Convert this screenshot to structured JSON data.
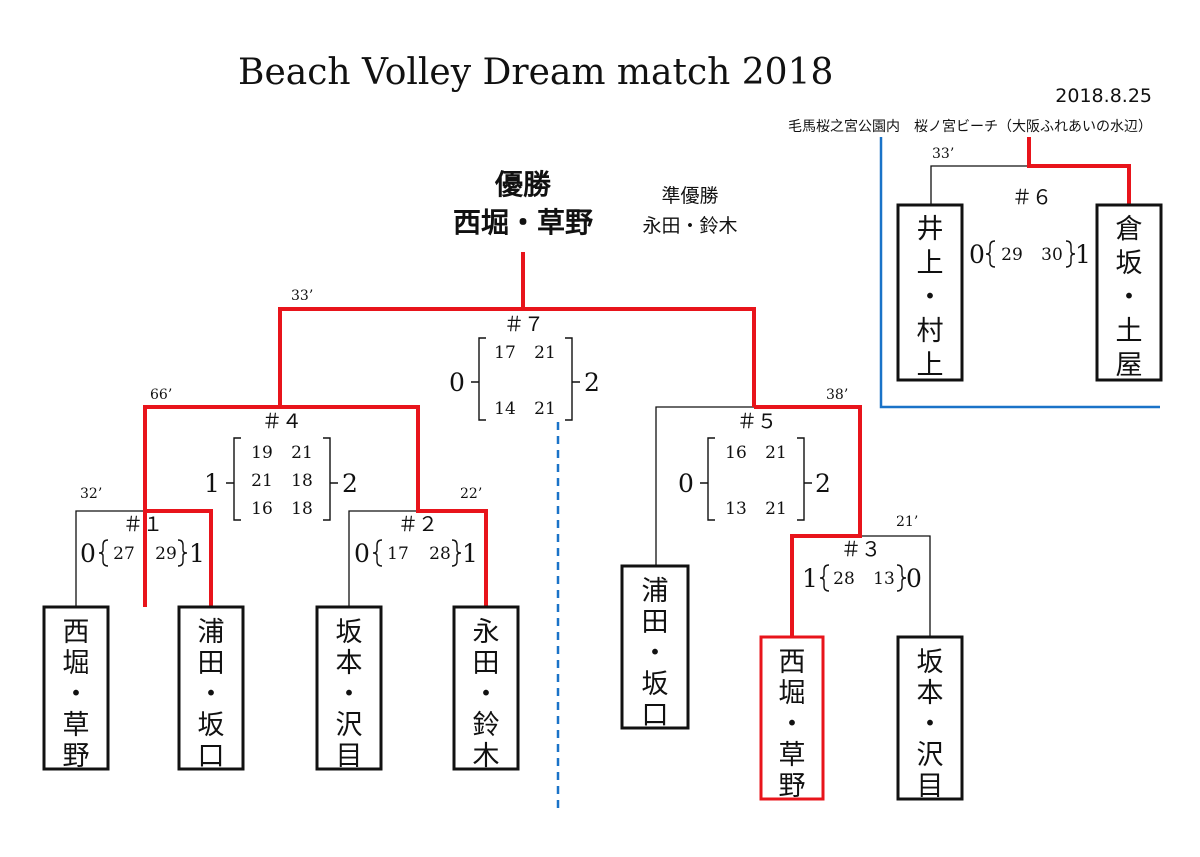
{
  "title": "Beach Volley Dream match 2018",
  "date": "2018.8.25",
  "venue": "毛馬桜之宮公園内　桜ノ宮ビーチ（大阪ふれあいの水辺）",
  "champion": {
    "label": "優勝",
    "team": "西堀・草野"
  },
  "runner_up": {
    "label": "準優勝",
    "team": "永田・鈴木"
  },
  "teams": {
    "t1": [
      "西",
      "堀",
      "・",
      "草",
      "野"
    ],
    "t2": [
      "浦",
      "田",
      "・",
      "坂",
      "口"
    ],
    "t3": [
      "坂",
      "本",
      "・",
      "沢",
      "目"
    ],
    "t4": [
      "永",
      "田",
      "・",
      "鈴",
      "木"
    ],
    "t5": [
      "浦",
      "田",
      "・",
      "坂",
      "口"
    ],
    "t6": [
      "西",
      "堀",
      "・",
      "草",
      "野"
    ],
    "t7": [
      "坂",
      "本",
      "・",
      "沢",
      "目"
    ],
    "t8": [
      "井",
      "上",
      "・",
      "村",
      "上"
    ],
    "t9": [
      "倉",
      "坂",
      "・",
      "土",
      "屋"
    ]
  },
  "matches": {
    "m1": {
      "label": "＃１",
      "time": "32’",
      "left_sets": "0",
      "right_sets": "1",
      "scores": [
        [
          "27",
          "29"
        ]
      ]
    },
    "m2": {
      "label": "＃２",
      "time": "22’",
      "left_sets": "0",
      "right_sets": "1",
      "scores": [
        [
          "17",
          "28"
        ]
      ]
    },
    "m3": {
      "label": "＃３",
      "time": "21’",
      "left_sets": "1",
      "right_sets": "0",
      "scores": [
        [
          "28",
          "13"
        ]
      ]
    },
    "m4": {
      "label": "＃４",
      "time": "66’",
      "left_sets": "1",
      "right_sets": "2",
      "scores": [
        [
          "19",
          "21"
        ],
        [
          "21",
          "18"
        ],
        [
          "16",
          "18"
        ]
      ]
    },
    "m5": {
      "label": "＃５",
      "time": "38’",
      "left_sets": "0",
      "right_sets": "2",
      "scores": [
        [
          "16",
          "21"
        ],
        [
          "13",
          "21"
        ]
      ]
    },
    "m6": {
      "label": "＃６",
      "time": "33’",
      "left_sets": "0",
      "right_sets": "1",
      "scores": [
        [
          "29",
          "30"
        ]
      ]
    },
    "m7": {
      "label": "＃７",
      "time": "33’",
      "left_sets": "0",
      "right_sets": "2",
      "scores": [
        [
          "17",
          "21"
        ],
        [
          "14",
          "21"
        ]
      ]
    }
  },
  "colors": {
    "winner_path": "#e8141b",
    "divider": "#1a73c8",
    "text": "#111111"
  }
}
